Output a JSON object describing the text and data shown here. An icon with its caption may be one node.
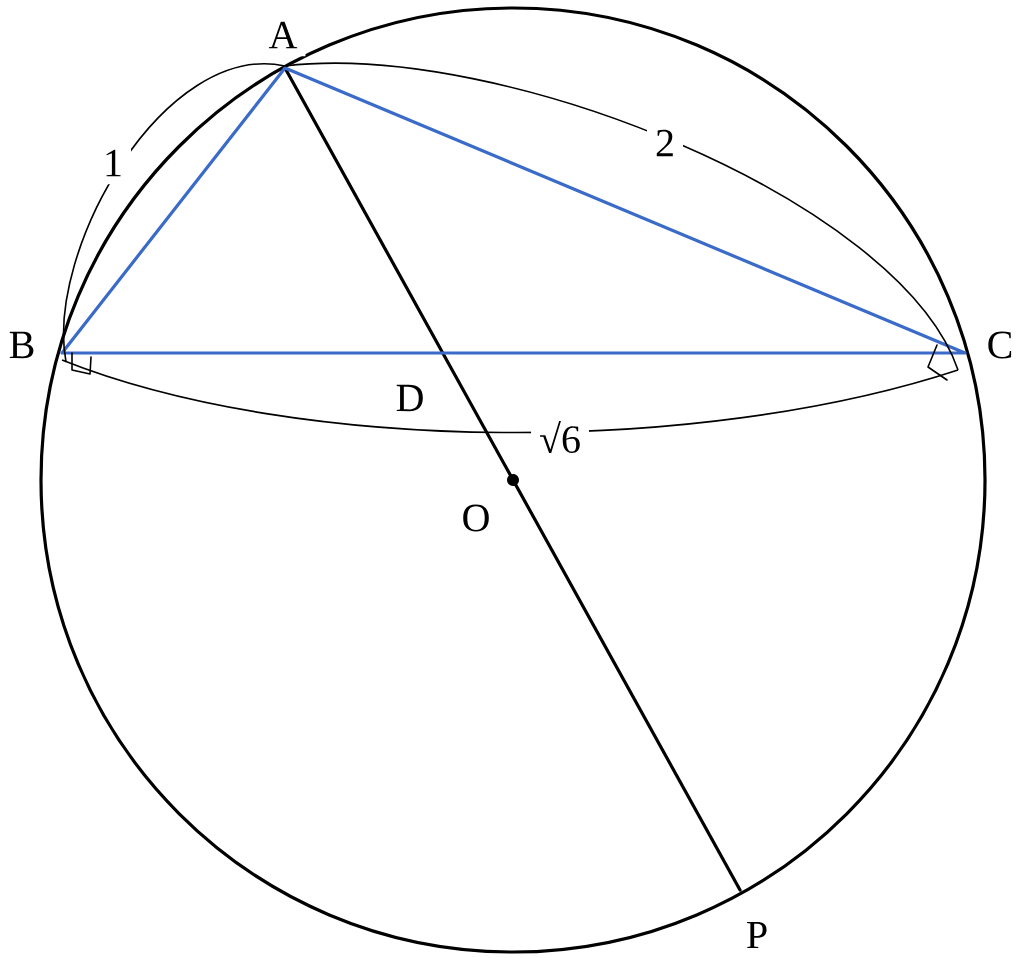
{
  "diagram": {
    "labels": [
      "A",
      "B",
      "C",
      "D",
      "O",
      "P",
      "1",
      "2",
      "√6"
    ]
  }
}
